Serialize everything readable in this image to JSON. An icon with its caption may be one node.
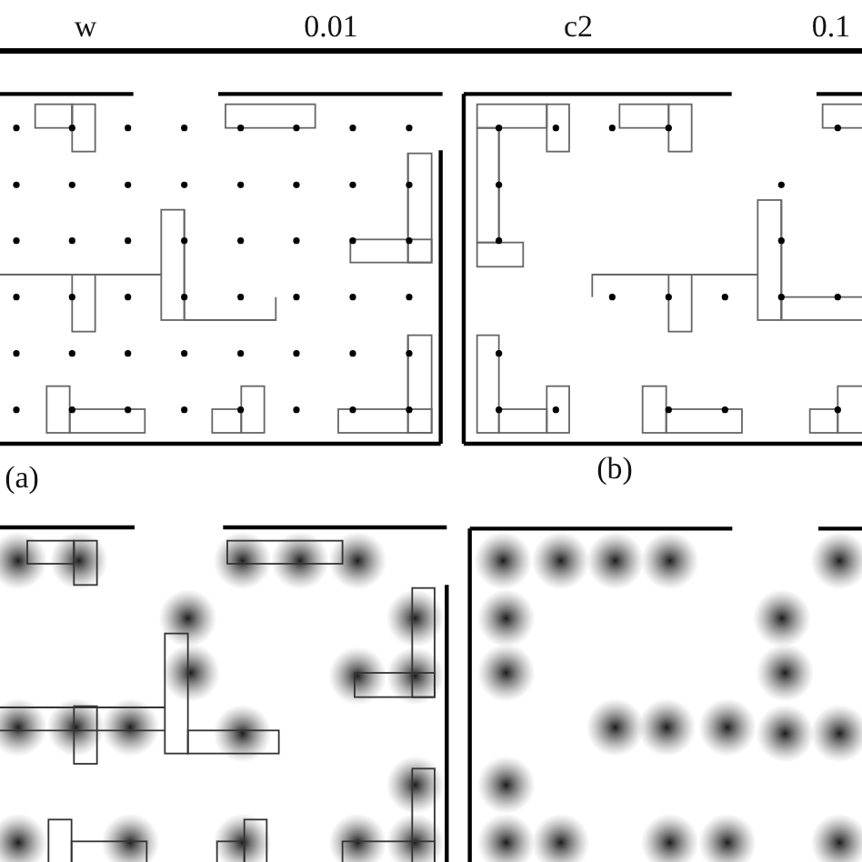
{
  "diagram": {
    "labels": [
      "w",
      "0.01",
      "c2",
      "0.1",
      "(a)",
      "(b)"
    ]
  }
}
